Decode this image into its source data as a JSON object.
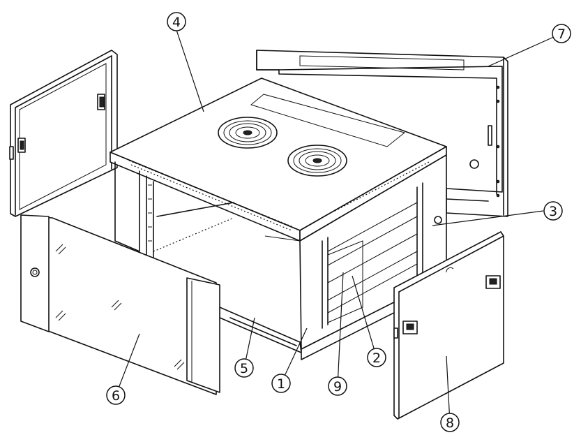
{
  "callouts": [
    {
      "id": "1",
      "label": "1"
    },
    {
      "id": "2",
      "label": "2"
    },
    {
      "id": "3",
      "label": "3"
    },
    {
      "id": "4",
      "label": "4"
    },
    {
      "id": "5",
      "label": "5"
    },
    {
      "id": "6",
      "label": "6"
    },
    {
      "id": "7",
      "label": "7"
    },
    {
      "id": "8",
      "label": "8"
    },
    {
      "id": "9",
      "label": "9"
    }
  ],
  "parts": [
    {
      "id": "left-door-panel",
      "icon": "door-panel-icon"
    },
    {
      "id": "top-cover",
      "icon": "top-cover-icon"
    },
    {
      "id": "fan",
      "icon": "fan-icon"
    },
    {
      "id": "wall-mount-frame",
      "icon": "wall-bracket-icon"
    },
    {
      "id": "glass-front-door",
      "icon": "glass-door-icon"
    },
    {
      "id": "side-panel",
      "icon": "side-panel-icon"
    },
    {
      "id": "rack-rails",
      "icon": "rack-rail-icon"
    }
  ]
}
